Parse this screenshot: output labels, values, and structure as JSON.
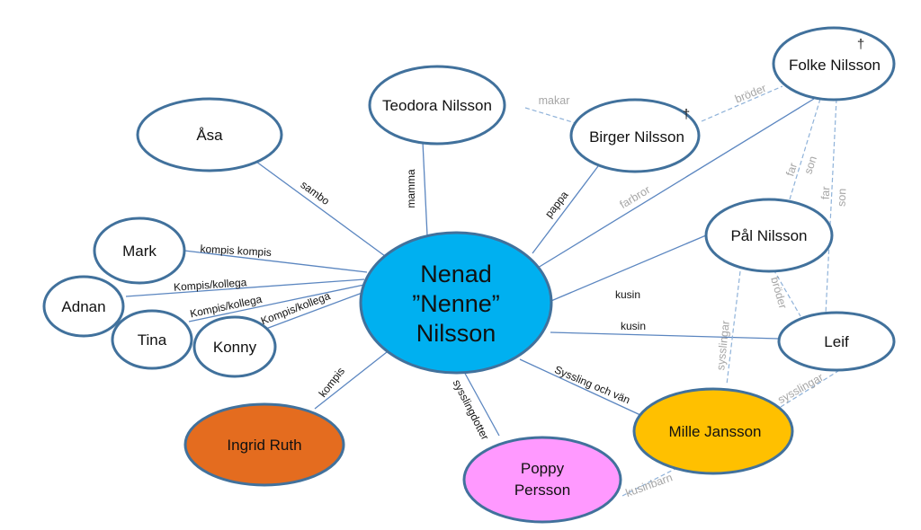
{
  "colors": {
    "node_stroke": "#41719c",
    "node_fill": "#ffffff",
    "center_fill": "#00b0f0",
    "orange_fill": "#e46c1f",
    "pink_fill": "#ff99ff",
    "yellow_fill": "#ffc000",
    "solid_line": "#5b86c0",
    "dashed_line": "#8fb2d9"
  },
  "nodes": {
    "center": {
      "lines": [
        "Nenad",
        "”Nenne”",
        "Nilsson"
      ]
    },
    "asa": {
      "label": "Åsa"
    },
    "teodora": {
      "label": "Teodora Nilsson"
    },
    "birger": {
      "label": "Birger Nilsson",
      "mark": "†"
    },
    "folke": {
      "label": "Folke Nilsson",
      "mark": "†"
    },
    "pal": {
      "label": "Pål Nilsson"
    },
    "leif": {
      "label": "Leif"
    },
    "mark": {
      "label": "Mark"
    },
    "adnan": {
      "label": "Adnan"
    },
    "tina": {
      "label": "Tina"
    },
    "konny": {
      "label": "Konny"
    },
    "ingrid": {
      "label": "Ingrid Ruth"
    },
    "poppy": {
      "lines": [
        "Poppy",
        "Persson"
      ]
    },
    "mille": {
      "label": "Mille Jansson"
    }
  },
  "edges": {
    "sambo": "sambo",
    "mamma": "mamma",
    "pappa": "pappa",
    "makar": "makar",
    "broder_folke_birger": "bröder",
    "farbror": "farbror",
    "far1": "far",
    "son1": "son",
    "far2": "far",
    "son2": "son",
    "kompis_mark": "kompis kompis",
    "kollega_adnan": "Kompis/kollega",
    "kollega_tina": "Kompis/kollega",
    "kollega_konny": "Kompis/kollega",
    "kusin_pal": "kusin",
    "kusin_leif": "kusin",
    "broder_pal_leif": "bröder",
    "kompis_ingrid": "kompis",
    "sysslingdotter": "sysslingdotter",
    "syssling_van": "Syssling och vän",
    "sysslingar_pal": "sysslingar",
    "sysslingar_leif": "sysslingar",
    "kusinbarn": "kusinbarn"
  }
}
